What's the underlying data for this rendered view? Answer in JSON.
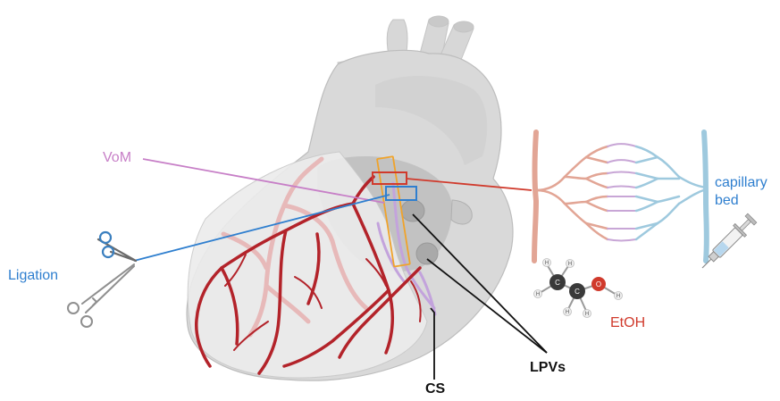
{
  "labels": {
    "vom": "VoM",
    "ligation": "Ligation",
    "capillary_line1": "capillary",
    "capillary_line2": "bed",
    "etoh": "EtOH",
    "lpvs": "LPVs",
    "cs": "CS"
  },
  "molecule": {
    "carbon": "C",
    "oxygen": "O",
    "hydrogen": "H"
  },
  "colors": {
    "vom": "#c77fc7",
    "ligation": "#2f7fcf",
    "capillary": "#2f7fcf",
    "etoh": "#d03a2c",
    "black": "#111111",
    "heart_gray": "#dcdcdc",
    "vessel_red": "#b5262a",
    "vessel_pink": "#e4a8a8",
    "artery": "#e2a595",
    "vein": "#9ec9de",
    "capillary_purple": "#c8a6d6"
  },
  "icons": [
    "heart-illustration",
    "scissors-icon",
    "forceps-icon",
    "syringe-icon",
    "ethanol-molecule-icon",
    "capillary-bed-illustration"
  ]
}
